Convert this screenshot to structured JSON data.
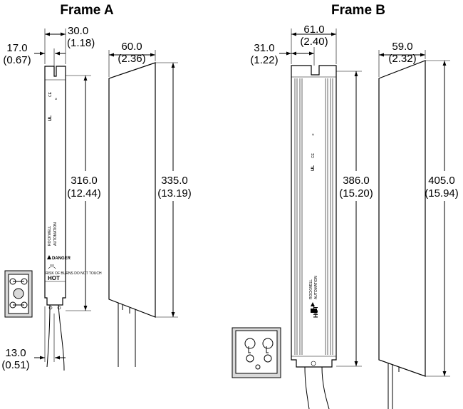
{
  "frame_a": {
    "title": "Frame A",
    "width_left": {
      "mm": "17.0",
      "in": "(0.67)"
    },
    "width_top": {
      "mm": "30.0",
      "in": "(1.18)"
    },
    "depth": {
      "mm": "60.0",
      "in": "(2.36)"
    },
    "inner_height": {
      "mm": "316.0",
      "in": "(12.44)"
    },
    "outer_height": {
      "mm": "335.0",
      "in": "(13.19)"
    },
    "bottom_offset": {
      "mm": "13.0",
      "in": "(0.51)"
    },
    "label_brand_1": "ROCKWELL",
    "label_brand_2": "AUTOMATION",
    "label_danger": "DANGER",
    "label_warning": "RISK OF BURNS DO NOT TOUCH",
    "label_hot": "HOT"
  },
  "frame_b": {
    "title": "Frame B",
    "width_left": {
      "mm": "31.0",
      "in": "(1.22)"
    },
    "width_top": {
      "mm": "61.0",
      "in": "(2.40)"
    },
    "depth": {
      "mm": "59.0",
      "in": "(2.32)"
    },
    "inner_height": {
      "mm": "386.0",
      "in": "(15.20)"
    },
    "outer_height": {
      "mm": "405.0",
      "in": "(15.94)"
    },
    "label_brand_1": "ROCKWELL",
    "label_brand_2": "AUTOMATION",
    "label_hot": "HOT"
  }
}
